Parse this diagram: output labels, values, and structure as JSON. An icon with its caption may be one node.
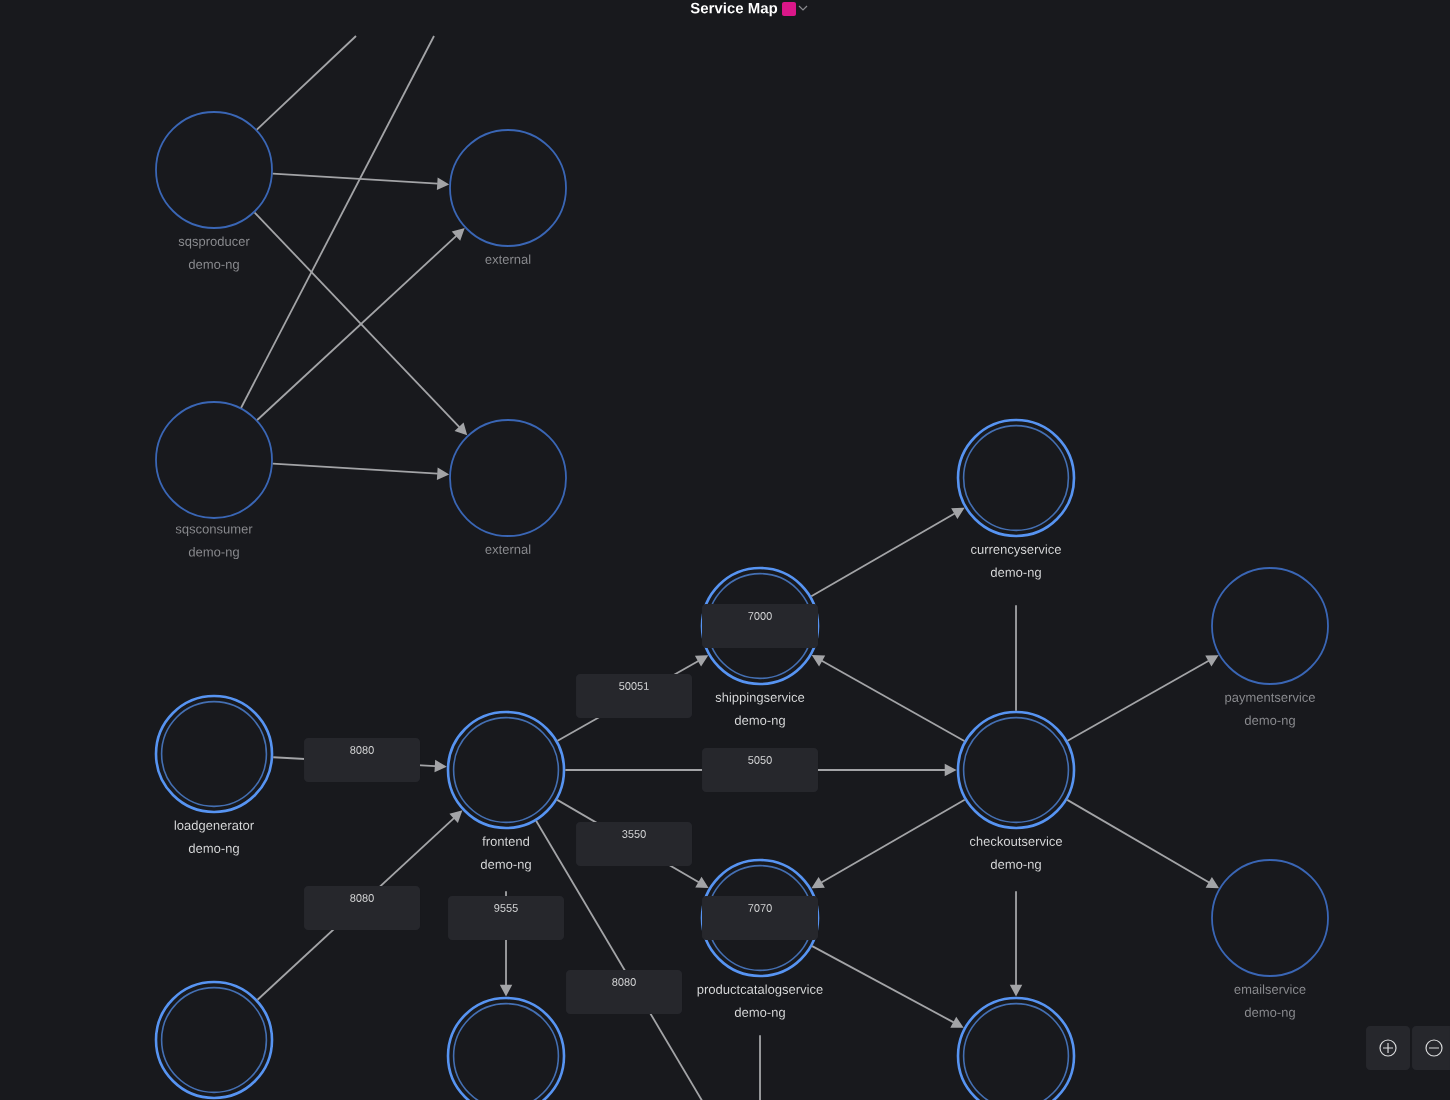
{
  "diagram": {
    "title": "Service Map",
    "nodes": [
      {
        "text": [
          "sqsproducer",
          "demo-ng"
        ]
      },
      {
        "text": [
          "external"
        ]
      },
      {
        "text": [
          "sqsconsumer",
          "demo-ng"
        ]
      },
      {
        "text": [
          "external"
        ]
      },
      {
        "text": [
          "currencyservice",
          "demo-ng"
        ]
      },
      {
        "text": [
          "shippingservice",
          "demo-ng"
        ]
      },
      {
        "text": [
          "paymentservice",
          "demo-ng"
        ]
      },
      {
        "text": [
          "loadgenerator",
          "demo-ng"
        ]
      },
      {
        "text": [
          "frontend",
          "demo-ng"
        ]
      },
      {
        "text": [
          "checkoutservice",
          "demo-ng"
        ]
      },
      {
        "text": [
          "productcatalogservice",
          "demo-ng"
        ]
      },
      {
        "text": [
          "emailservice",
          "demo-ng"
        ]
      },
      {
        "text": [],
        "shape": "circle"
      },
      {
        "text": [],
        "shape": "circle"
      },
      {
        "text": [],
        "shape": "circle"
      }
    ],
    "edges": [
      {
        "from": 0,
        "to": null,
        "arrow": "none"
      },
      {
        "from": 2,
        "to": null,
        "arrow": "none"
      },
      {
        "from": 0,
        "to": 1,
        "arrow": "to"
      },
      {
        "from": 0,
        "to": 3,
        "arrow": "to"
      },
      {
        "from": 2,
        "to": 1,
        "arrow": "to"
      },
      {
        "from": 2,
        "to": 3,
        "arrow": "to"
      },
      {
        "from": 7,
        "to": 8,
        "arrow": "to",
        "label": "8080"
      },
      {
        "from": 12,
        "to": 8,
        "arrow": "to",
        "label": "8080"
      },
      {
        "from": 8,
        "to": 5,
        "arrow": "to",
        "label": "50051"
      },
      {
        "from": 8,
        "to": 9,
        "arrow": "to",
        "label": "5050"
      },
      {
        "from": 8,
        "to": 10,
        "arrow": "to",
        "label": "3550"
      },
      {
        "from": 8,
        "to": 13,
        "arrow": "to",
        "label": "9555"
      },
      {
        "from": 8,
        "to": null,
        "arrow": "none",
        "label": "8080"
      },
      {
        "from": 5,
        "to": 4,
        "arrow": "to"
      },
      {
        "from": 9,
        "to": 4,
        "arrow": "none"
      },
      {
        "from": 9,
        "to": 5,
        "arrow": "to"
      },
      {
        "from": 9,
        "to": 6,
        "arrow": "to"
      },
      {
        "from": 9,
        "to": 11,
        "arrow": "to"
      },
      {
        "from": 9,
        "to": 10,
        "arrow": "to"
      },
      {
        "from": 9,
        "to": 14,
        "arrow": "to"
      },
      {
        "from": 10,
        "to": 14,
        "arrow": "to"
      },
      {
        "from": 10,
        "to": null,
        "arrow": "none"
      }
    ],
    "labels": [
      "7000",
      "7070"
    ]
  }
}
